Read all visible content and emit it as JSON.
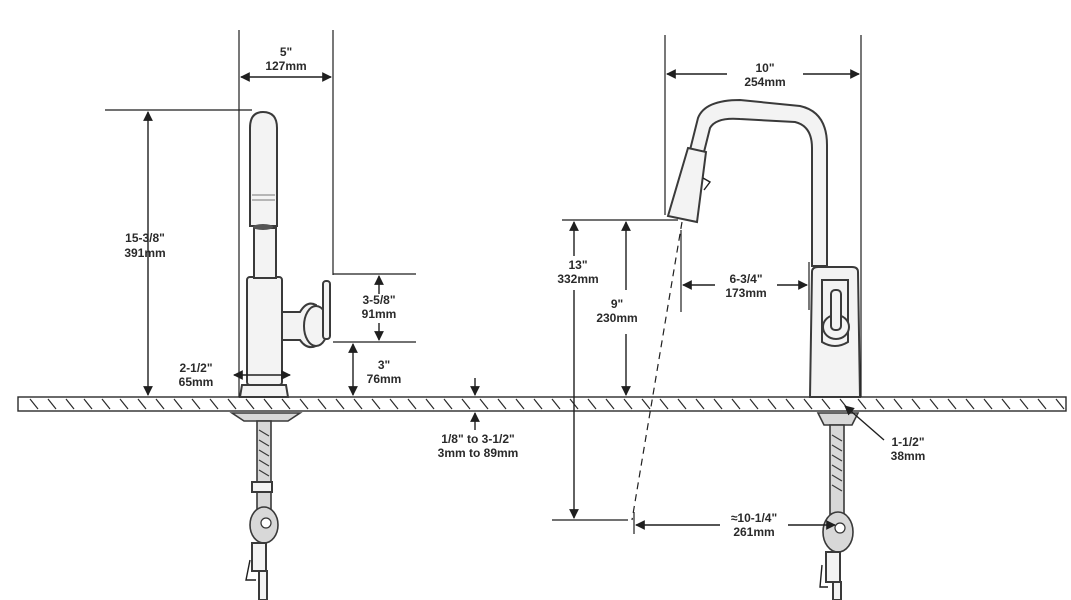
{
  "dimensions": {
    "left_width": {
      "line1": "5\"",
      "line2": "127mm"
    },
    "left_height": {
      "line1": "15-3/8\"",
      "line2": "391mm"
    },
    "handle_height": {
      "line1": "3-5/8\"",
      "line2": "91mm"
    },
    "base_to_handle": {
      "line1": "3\"",
      "line2": "76mm"
    },
    "base_diameter": {
      "line1": "2-1/2\"",
      "line2": "65mm"
    },
    "deck_thickness": {
      "line1": "1/8\" to 3-1/2\"",
      "line2": "3mm to 89mm"
    },
    "right_reach": {
      "line1": "10\"",
      "line2": "254mm"
    },
    "right_spout_height": {
      "line1": "13\"",
      "line2": "332mm"
    },
    "right_clearance": {
      "line1": "9\"",
      "line2": "230mm"
    },
    "spout_to_body": {
      "line1": "6-3/4\"",
      "line2": "173mm"
    },
    "hole_diameter": {
      "line1": "1-1/2\"",
      "line2": "38mm"
    },
    "spray_reach": {
      "line1": "≈10-1/4\"",
      "line2": "261mm"
    }
  }
}
